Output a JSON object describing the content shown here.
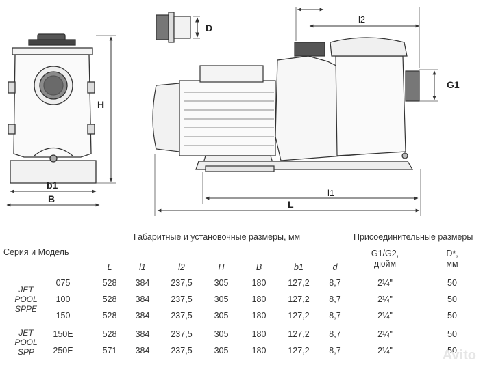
{
  "drawing": {
    "dim_labels": {
      "D": "D",
      "l2": "l2",
      "G1": "G1",
      "H": "H",
      "b1": "b1",
      "B": "B",
      "l1": "l1",
      "L": "L"
    }
  },
  "table": {
    "series_model_label": "Серия и Модель",
    "group1_title": "Габаритные и установочные размеры, мм",
    "group2_title": "Присоединительные размеры",
    "columns": [
      "L",
      "l1",
      "l2",
      "H",
      "B",
      "b1",
      "d"
    ],
    "conn_cols": [
      "G1/G2,\nдюйм",
      "D*,\nмм"
    ],
    "series": [
      {
        "name": "JET\nPOOL\nSPPE",
        "rows": [
          {
            "model": "075",
            "L": "528",
            "l1": "384",
            "l2": "237,5",
            "H": "305",
            "B": "180",
            "b1": "127,2",
            "d": "8,7",
            "g": "2¼\"",
            "D": "50"
          },
          {
            "model": "100",
            "L": "528",
            "l1": "384",
            "l2": "237,5",
            "H": "305",
            "B": "180",
            "b1": "127,2",
            "d": "8,7",
            "g": "2¼\"",
            "D": "50"
          },
          {
            "model": "150",
            "L": "528",
            "l1": "384",
            "l2": "237,5",
            "H": "305",
            "B": "180",
            "b1": "127,2",
            "d": "8,7",
            "g": "2¼\"",
            "D": "50"
          }
        ]
      },
      {
        "name": "JET\nPOOL\nSPP",
        "rows": [
          {
            "model": "150E",
            "L": "528",
            "l1": "384",
            "l2": "237,5",
            "H": "305",
            "B": "180",
            "b1": "127,2",
            "d": "8,7",
            "g": "2¼\"",
            "D": "50"
          },
          {
            "model": "250E",
            "L": "571",
            "l1": "384",
            "l2": "237,5",
            "H": "305",
            "B": "180",
            "b1": "127,2",
            "d": "8,7",
            "g": "2¼\"",
            "D": "50"
          }
        ]
      }
    ]
  },
  "watermark": "Avito"
}
